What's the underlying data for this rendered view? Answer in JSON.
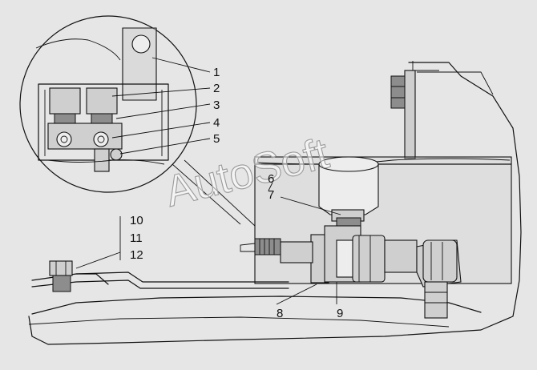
{
  "watermark": "AutoSoft",
  "callouts": [
    "1",
    "2",
    "3",
    "4",
    "5",
    "6",
    "7",
    "8",
    "9",
    "10",
    "11",
    "12"
  ],
  "colors": {
    "background": "#e6e6e6",
    "line": "#111111",
    "part_fill": "#cfcfcf"
  }
}
